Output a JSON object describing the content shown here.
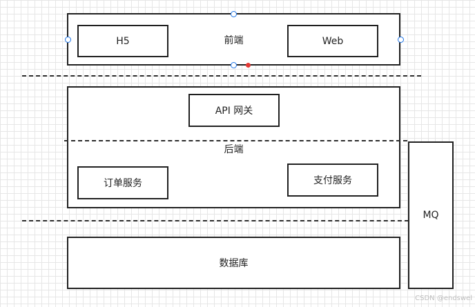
{
  "frontend": {
    "label": "前端",
    "h5": "H5",
    "web": "Web"
  },
  "backend": {
    "label": "后端",
    "api_gateway": "API 网关",
    "order_service": "订单服务",
    "payment_service": "支付服务"
  },
  "mq": "MQ",
  "database": "数据库",
  "watermark": "CSDN @endswel",
  "colors": {
    "border": "#1f1f1f",
    "grid": "#e6e6e6",
    "selection_handle": "#1a73e8",
    "red_handle": "#e53935"
  }
}
